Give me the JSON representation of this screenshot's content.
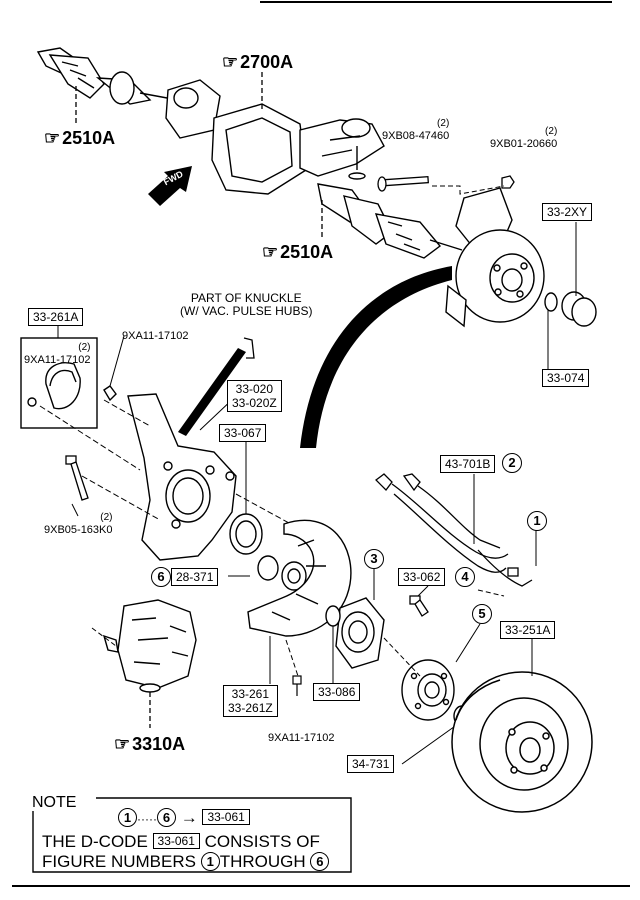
{
  "references": [
    {
      "id": "ref-2700A-top",
      "label": "2700A"
    },
    {
      "id": "ref-2510A-left",
      "label": "2510A"
    },
    {
      "id": "ref-2510A-mid",
      "label": "2510A"
    },
    {
      "id": "ref-3310A",
      "label": "3310A"
    }
  ],
  "fwd_label": "FWD",
  "part_numbers": {
    "bolt_top": {
      "qty": "(2)",
      "code": "9XB08-47460"
    },
    "nut_top": {
      "qty": "(2)",
      "code": "9XB01-20660"
    },
    "bolt_knuckle": "9XA11-17102",
    "bolt_sensor": {
      "qty": "(2)",
      "code": "9XA11-17102"
    },
    "bolt_caliper": {
      "qty": "(2)",
      "code": "9XB05-163K0"
    },
    "bolt_shield": "9XA11-17102"
  },
  "knuckle_caption": [
    "PART OF KNUCKLE",
    "(W/ VAC. PULSE HUBS)"
  ],
  "dcodes": {
    "c33_2xy": "33-2XY",
    "c33_074": "33-074",
    "c33_261a": "33-261A",
    "c33_020": [
      "33-020",
      "33-020Z"
    ],
    "c33_067": "33-067",
    "c43_701b": "43-701B",
    "c28_371": "28-371",
    "c33_062": "33-062",
    "c33_251a": "33-251A",
    "c33_261": [
      "33-261",
      "33-261Z"
    ],
    "c33_086": "33-086",
    "c34_731": "34-731"
  },
  "figure_numbers": {
    "f1": "1",
    "f2": "2",
    "f3": "3",
    "f4": "4",
    "f5": "5",
    "f6": "6"
  },
  "note": {
    "title": "NOTE",
    "range_from": "1",
    "range_to": "6",
    "range_dots": "·····",
    "arrow": "→",
    "code": "33-061",
    "line2_pre": "THE D-CODE",
    "line2_post": "CONSISTS OF",
    "line3_pre": "FIGURE NUMBERS",
    "line3_mid": "THROUGH",
    "from_num": "1",
    "to_num": "6"
  }
}
